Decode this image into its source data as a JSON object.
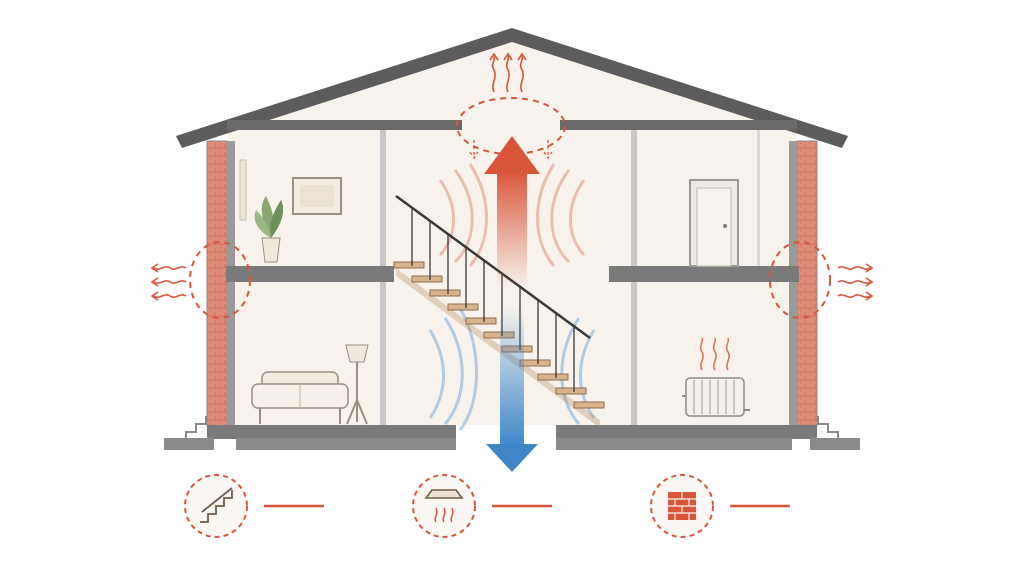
{
  "diagram": {
    "subject": "house-cross-section-heat-loss",
    "colors": {
      "warm": "#d9553a",
      "cool": "#3f86c9",
      "roof": "#5c5c5c",
      "brick": "#e08a78",
      "wall": "#8a8a8a",
      "interior": "#f7f3ec",
      "wood": "#c9a27c",
      "dashed_highlight": "#d9553a"
    },
    "heat_loss_zones": [
      "ceiling-opening",
      "left-floor-junction",
      "right-floor-junction"
    ],
    "legend": [
      {
        "icon": "staircase-icon",
        "label": ""
      },
      {
        "icon": "ceiling-hatch-icon",
        "label": ""
      },
      {
        "icon": "brick-wall-icon",
        "label": ""
      }
    ]
  }
}
